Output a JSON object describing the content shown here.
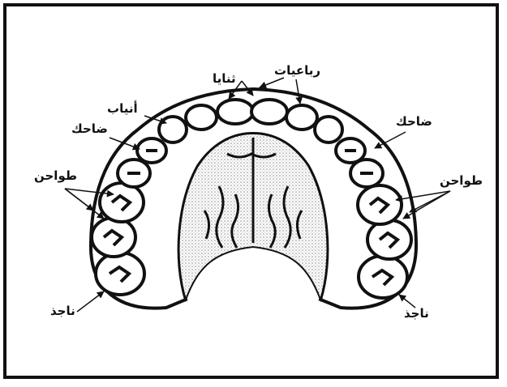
{
  "diagram": {
    "labels": {
      "central_incisors": "ثنايا",
      "lateral_incisors": "رباعيات",
      "canine_left": "أنياب",
      "premolar_left": "ضاحك",
      "premolar_right": "ضاحك",
      "molars_left": "طواحن",
      "molars_right": "طواحن",
      "wisdom_left": "ناجذ",
      "wisdom_right": "ناجذ"
    },
    "colors": {
      "ink": "#111111",
      "palate_shade": "#9a9a9a",
      "background": "#ffffff"
    }
  }
}
